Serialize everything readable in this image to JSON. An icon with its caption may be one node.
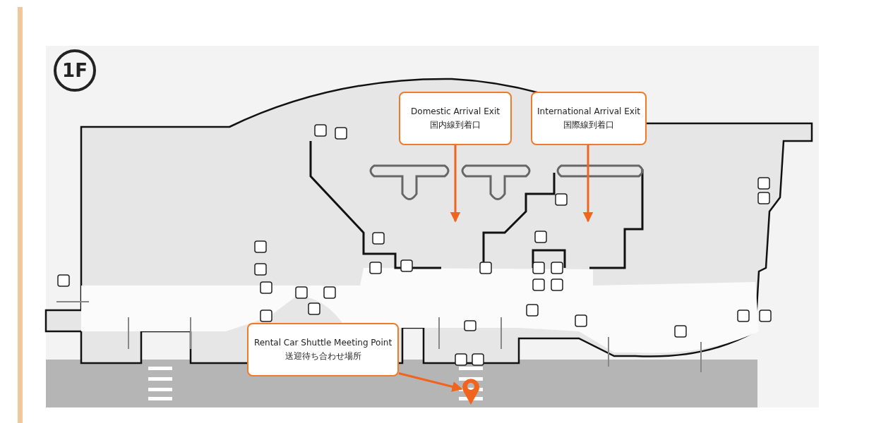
{
  "diagram": {
    "nodes": [
      {
        "text": [
          "1F"
        ]
      },
      {
        "text": [
          "Domestic Arrival Exit",
          "国内線到着口"
        ]
      },
      {
        "text": [
          "International Arrival Exit",
          "国際線到着口"
        ]
      },
      {
        "text": [
          "Rental Car Shuttle Meeting Point",
          "送迎待ち合わせ場所"
        ]
      },
      {
        "text": [],
        "shape": "pin"
      }
    ],
    "edges": [
      {
        "from": 1,
        "to": null,
        "arrow": "to"
      },
      {
        "from": 2,
        "to": null,
        "arrow": "to"
      },
      {
        "from": 3,
        "to": 4,
        "arrow": "to"
      }
    ]
  }
}
